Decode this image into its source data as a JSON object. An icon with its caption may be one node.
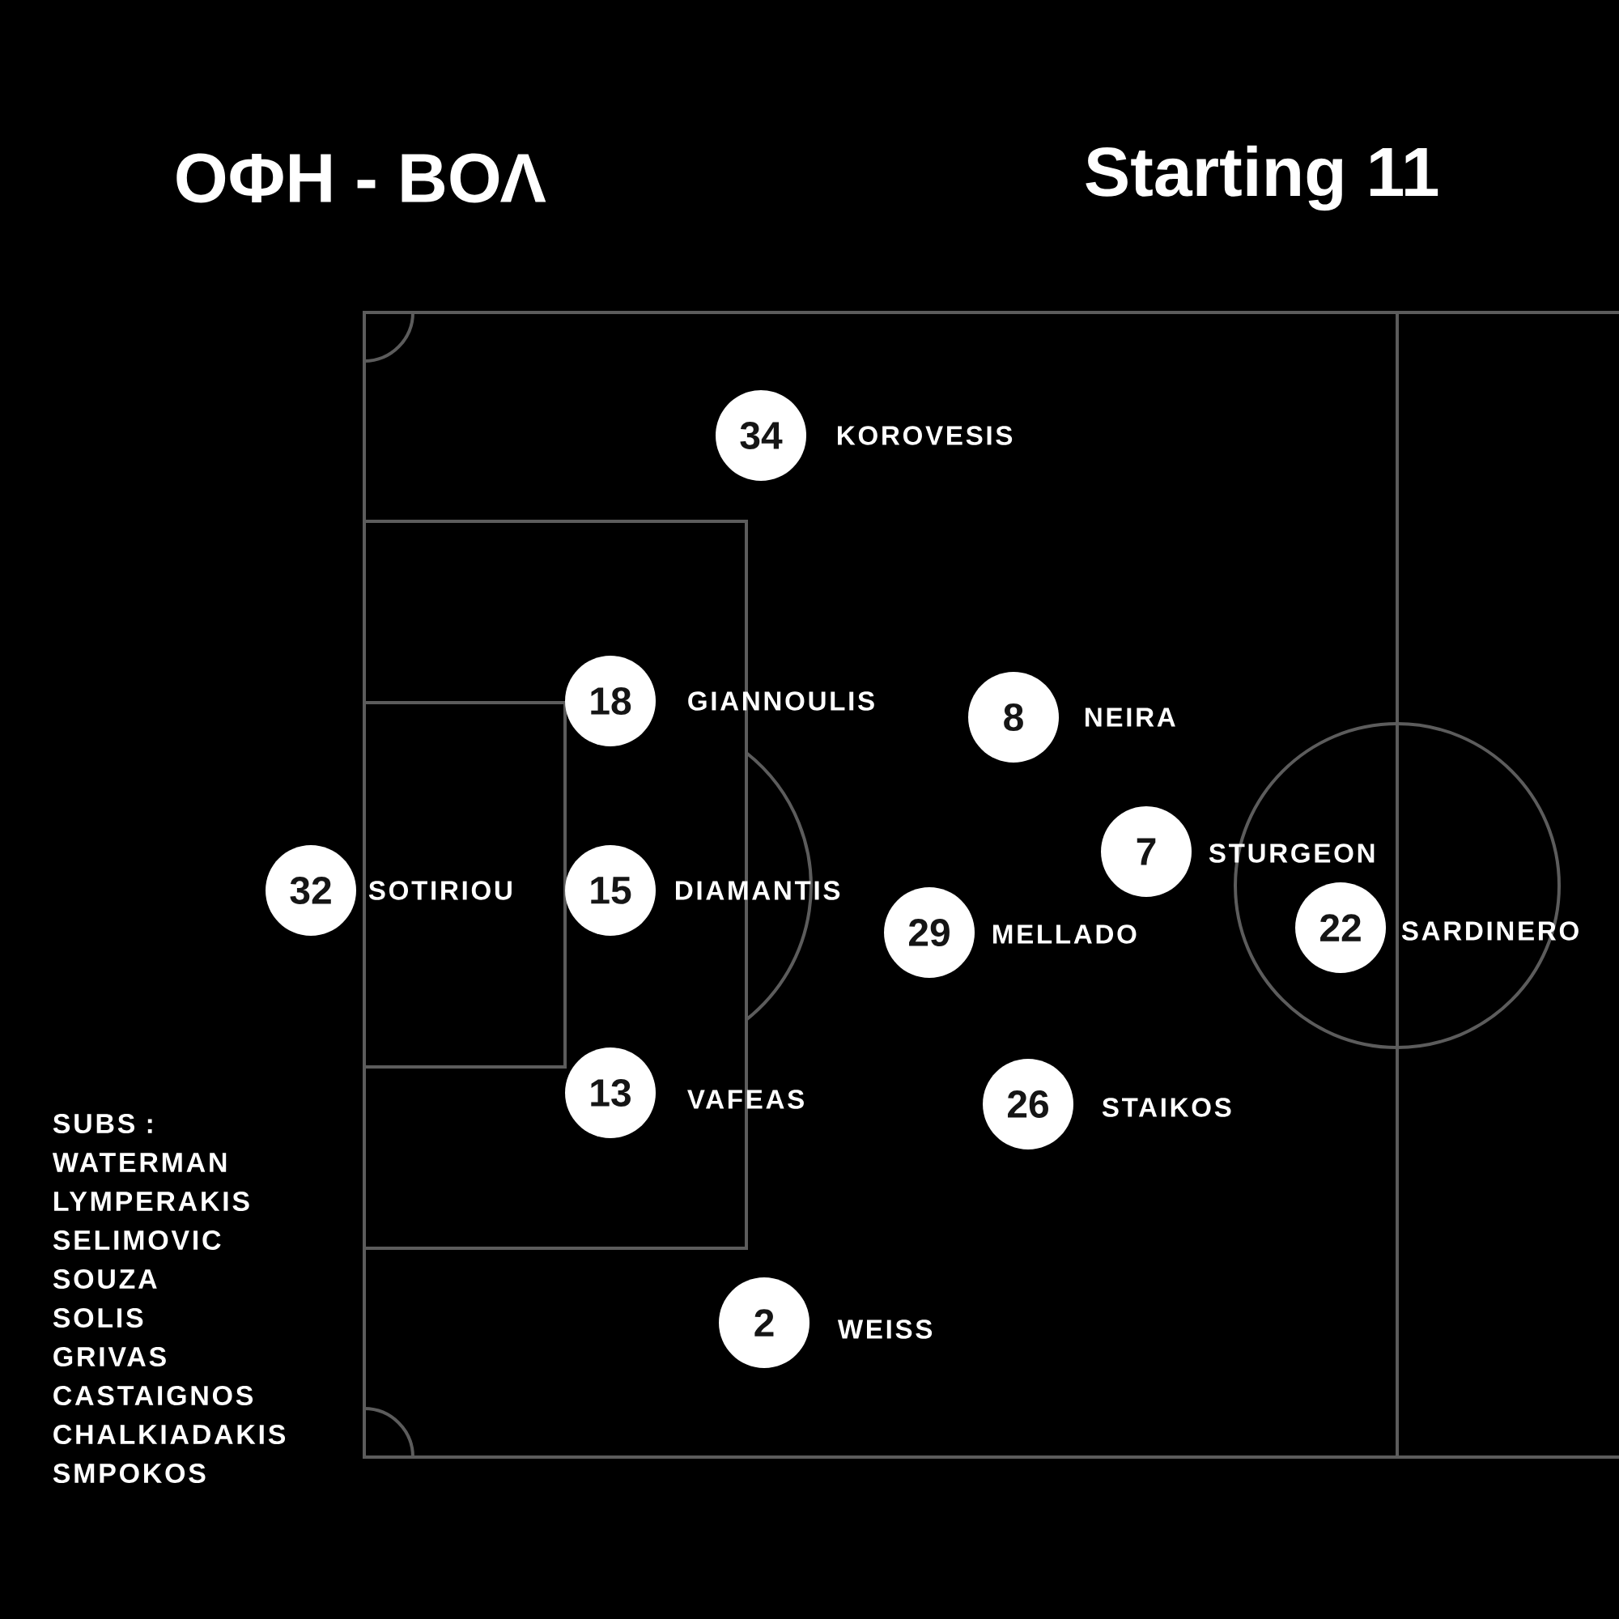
{
  "diagram": {
    "title": "ΟΦΗ - ΒΟΛ",
    "nodes": [
      {
        "text": [
          "34"
        ],
        "beside": [
          "KOROVESIS"
        ]
      },
      {
        "text": [
          "18"
        ],
        "beside": [
          "GIANNOULIS"
        ]
      },
      {
        "text": [
          "8"
        ],
        "beside": [
          "NEIRA"
        ]
      },
      {
        "text": [
          "7"
        ],
        "beside": [
          "STURGEON"
        ]
      },
      {
        "text": [
          "32"
        ],
        "beside": [
          "SOTIRIOU"
        ]
      },
      {
        "text": [
          "15"
        ],
        "beside": [
          "DIAMANTIS"
        ]
      },
      {
        "text": [
          "29"
        ],
        "beside": [
          "MELLADO"
        ]
      },
      {
        "text": [
          "22"
        ],
        "beside": [
          "SARDINERO"
        ]
      },
      {
        "text": [
          "13"
        ],
        "beside": [
          "VAFEAS"
        ]
      },
      {
        "text": [
          "26"
        ],
        "beside": [
          "STAIKOS"
        ]
      },
      {
        "text": [
          "2"
        ],
        "beside": [
          "WEISS"
        ]
      }
    ],
    "labels": [
      "Starting 11",
      "SUBS :",
      "WATERMAN",
      "LYMPERAKIS",
      "SELIMOVIC",
      "SOUZA",
      "SOLIS",
      "GRIVAS",
      "CASTAIGNOS",
      "CHALKIADAKIS",
      "SMPOKOS"
    ]
  }
}
